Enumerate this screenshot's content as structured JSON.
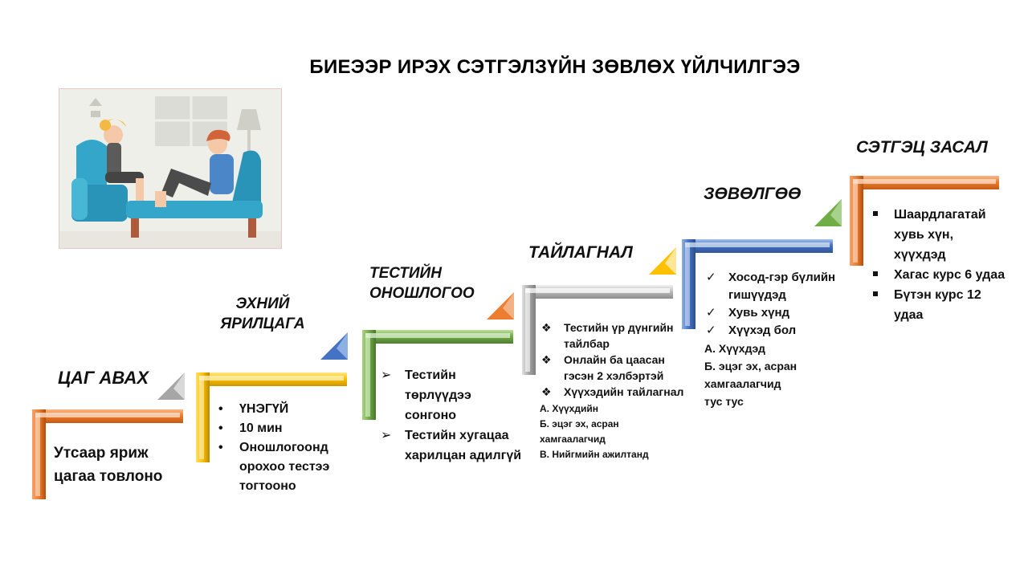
{
  "title": "БИЕЭЭР ИРЭХ СЭТГЭЛЗҮЙН ЗӨВЛӨХ ҮЙЛЧИЛГЭЭ",
  "colors": {
    "orange": "#ed7d31",
    "yellow": "#ffc000",
    "green": "#70ad47",
    "gray": "#a6a6a6",
    "blue": "#4472c4",
    "light_green": "#92d050"
  },
  "steps": [
    {
      "title": "ЦАГ АВАХ",
      "color": "orange",
      "text_lines": [
        "Утсаар яриж",
        "цагаа товлоно"
      ]
    },
    {
      "title_lines": [
        "ЭХНИЙ",
        "ЯРИЛЦАГА"
      ],
      "color": "yellow",
      "bullets": [
        "ҮНЭГҮЙ",
        "10 мин",
        "Оношлогоонд орохоо тестээ тогтооно"
      ]
    },
    {
      "title_lines": [
        "ТЕСТИЙН",
        "ОНОШЛОГОО"
      ],
      "color": "green",
      "bullets": [
        "Тестийн төрлүүдээ сонгоно",
        "Тестийн хугацаа харилцан адилгүй"
      ]
    },
    {
      "title": "ТАЙЛАГНАЛ",
      "color": "gray",
      "bullets": [
        "Тестийн үр дүнгийн тайлбар",
        "Онлайн ба цаасан гэсэн 2 хэлбэртэй",
        "Хүүхэдийн тайлагнал"
      ],
      "sub_lines": [
        "А. Хүүхдийн",
        "Б. эцэг эх, асран",
        "хамгаалагчид",
        "В. Нийгмийн ажилтанд"
      ]
    },
    {
      "title": "ЗӨВӨЛГӨӨ",
      "color": "blue",
      "bullets": [
        "Хосод-гэр бүлийн гишүүдэд",
        "Хувь хүнд",
        "Хүүхэд бол"
      ],
      "sub_lines": [
        "А. Хүүхдэд",
        "Б. эцэг эх, асран",
        "хамгаалагчид",
        "тус тус"
      ]
    },
    {
      "title": "СЭТГЭЦ ЗАСАЛ",
      "color": "orange",
      "bullets": [
        "Шаардлагатай хувь хүн, хүүхдэд",
        "Хагас курс 6 удаа",
        "Бүтэн курс 12 удаа"
      ]
    }
  ]
}
